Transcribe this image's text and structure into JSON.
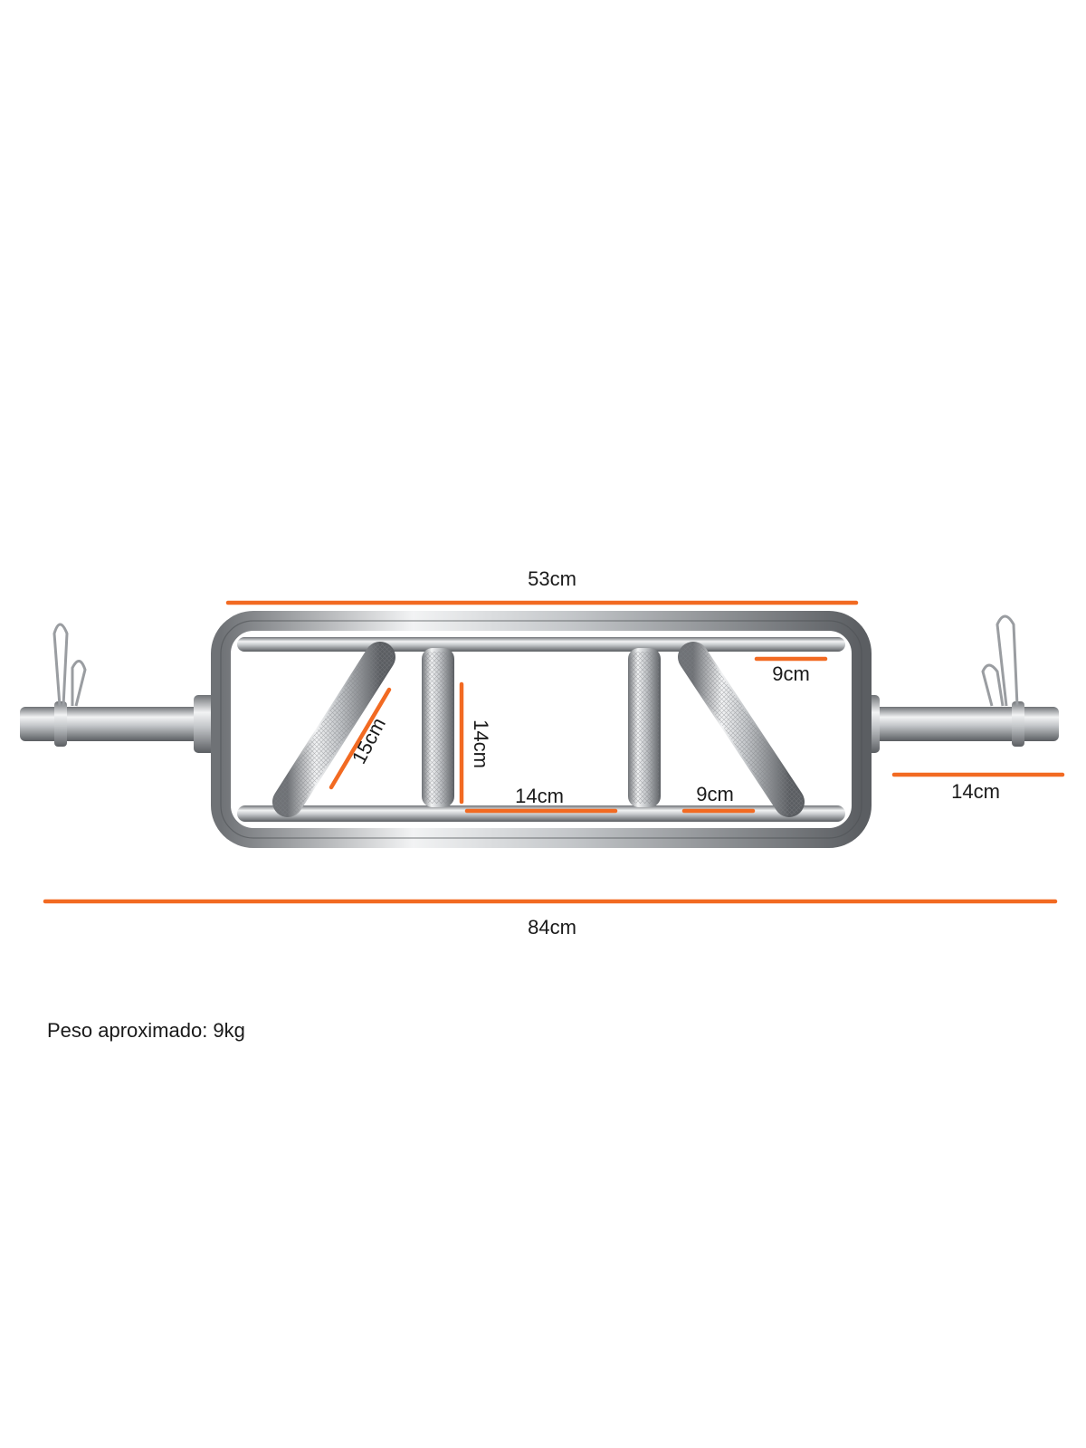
{
  "dimensions": {
    "frame_width": "53cm",
    "total_length": "84cm",
    "sleeve_length": "14cm",
    "angled_grip": "15cm",
    "grip_height": "14cm",
    "inner_gap": "14cm",
    "top_offset": "9cm",
    "bottom_offset": "9cm"
  },
  "weight_note": "Peso aproximado: 9kg",
  "colors": {
    "dimension_line": "#f26a22",
    "steel": "#b9bcbf",
    "text": "#1a1a1a"
  }
}
